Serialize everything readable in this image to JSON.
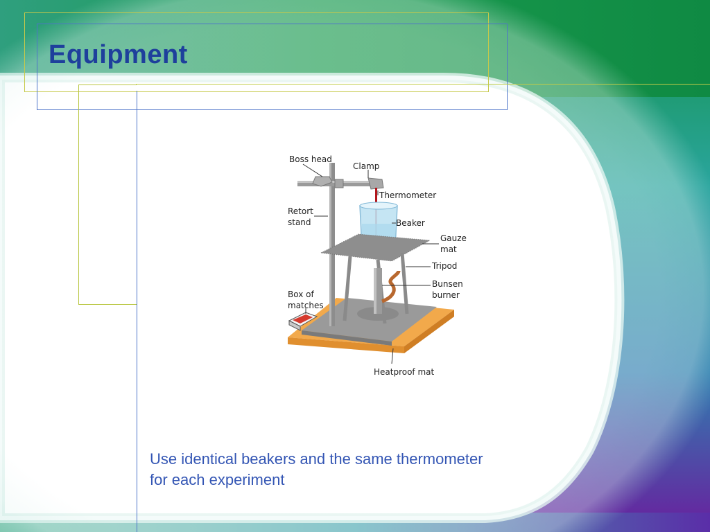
{
  "slide": {
    "title": "Equipment",
    "caption_lines": [
      "Use identical beakers and the same thermometer",
      "for each experiment"
    ]
  },
  "diagram": {
    "labels": {
      "boss_head": "Boss head",
      "clamp": "Clamp",
      "thermometer": "Thermometer",
      "retort_stand_1": "Retort",
      "retort_stand_2": "stand",
      "beaker": "Beaker",
      "gauze_mat_1": "Gauze",
      "gauze_mat_2": "mat",
      "tripod": "Tripod",
      "bunsen_burner_1": "Bunsen",
      "bunsen_burner_2": "burner",
      "box_of_matches_1": "Box of",
      "box_of_matches_2": "matches",
      "heatproof_mat": "Heatproof mat"
    }
  },
  "colors": {
    "title": "#1e3f9c",
    "caption": "#3456b4",
    "green": "#1f9a52",
    "teal": "#2aa6a6",
    "purple": "#6a2aa0"
  }
}
